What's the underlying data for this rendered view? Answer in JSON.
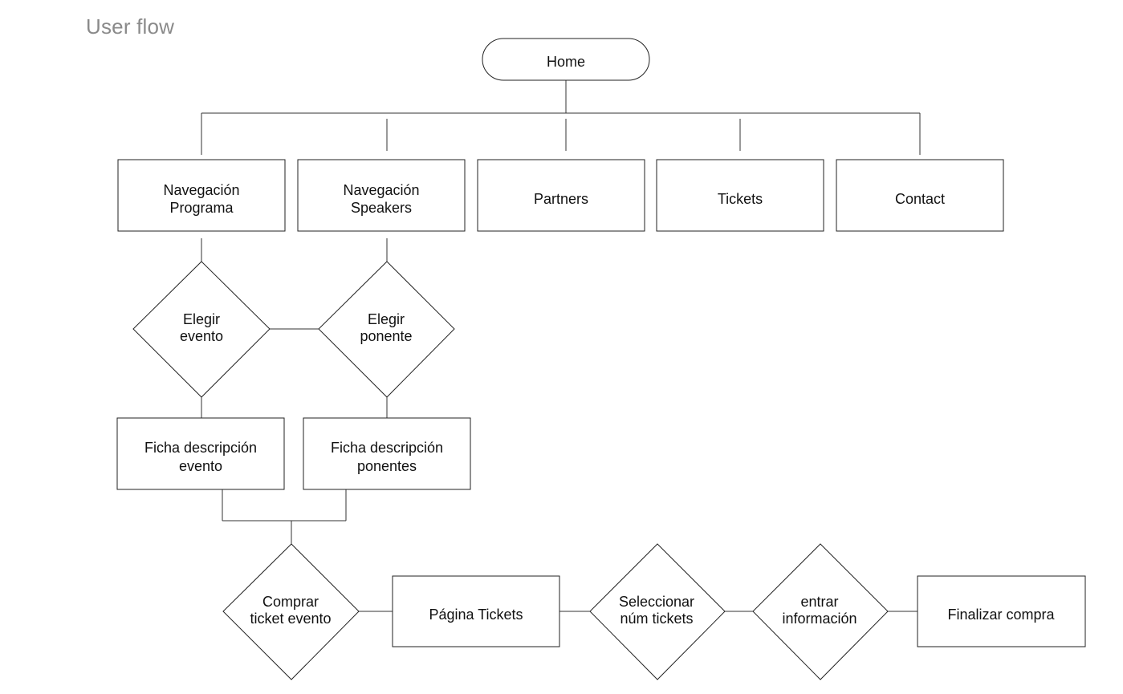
{
  "title": "User flow",
  "nodes": {
    "home": [
      "Home"
    ],
    "nav_programa": [
      "Navegación",
      "Programa"
    ],
    "nav_speakers": [
      "Navegación",
      "Speakers"
    ],
    "partners": [
      "Partners"
    ],
    "tickets": [
      "Tickets"
    ],
    "contact": [
      "Contact"
    ],
    "elegir_evento": [
      "Elegir",
      "evento"
    ],
    "elegir_ponente": [
      "Elegir",
      "ponente"
    ],
    "ficha_evento": [
      "Ficha descripción",
      "evento"
    ],
    "ficha_ponentes": [
      "Ficha descripción",
      "ponentes"
    ],
    "comprar_ticket": [
      "Comprar",
      "ticket evento"
    ],
    "pagina_tickets": [
      "Página Tickets"
    ],
    "seleccionar_num": [
      "Seleccionar",
      "núm tickets"
    ],
    "entrar_info": [
      "entrar",
      "información"
    ],
    "finalizar": [
      "Finalizar compra"
    ]
  }
}
